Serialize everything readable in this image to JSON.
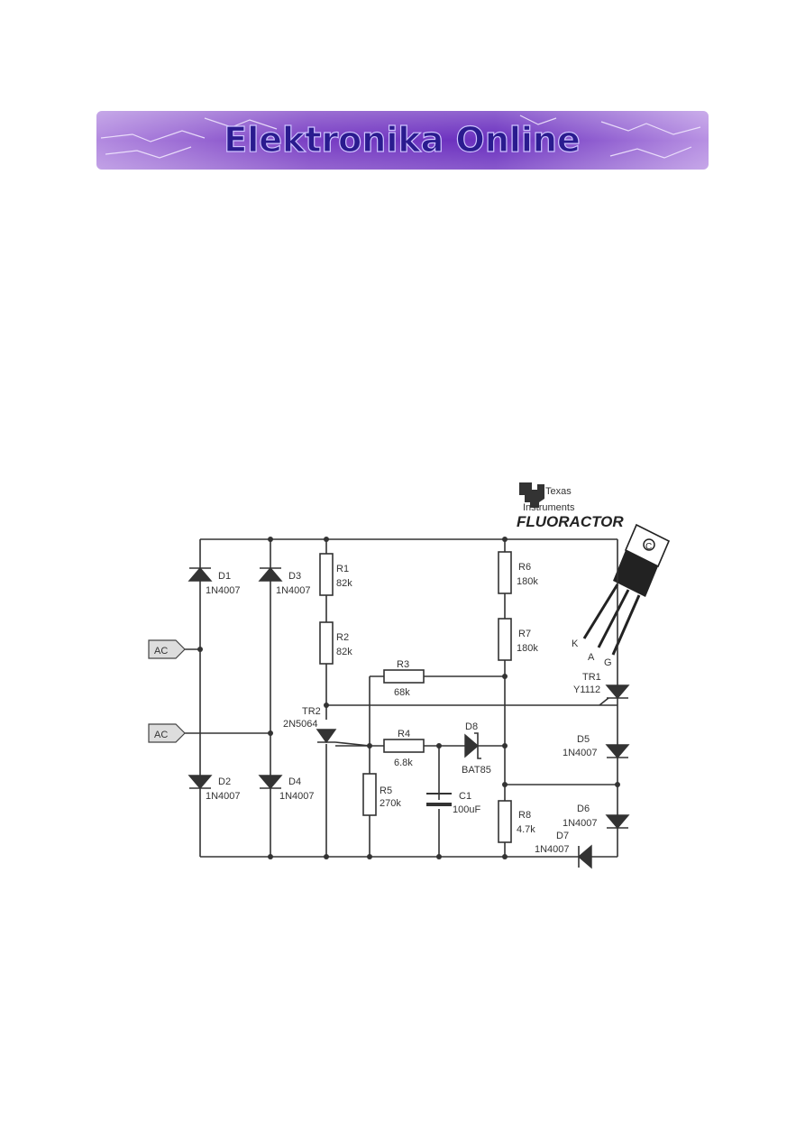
{
  "banner": {
    "title": "Elektronika Online"
  },
  "logo": {
    "line1": "Texas",
    "line2": "Instruments",
    "line3": "FLUORACTOR",
    "badge": "C",
    "pin_k": "K",
    "pin_a": "A",
    "pin_g": "G"
  },
  "schematic": {
    "ac_top": "AC",
    "ac_bottom": "AC",
    "d1": {
      "ref": "D1",
      "value": "1N4007"
    },
    "d2": {
      "ref": "D2",
      "value": "1N4007"
    },
    "d3": {
      "ref": "D3",
      "value": "1N4007"
    },
    "d4": {
      "ref": "D4",
      "value": "1N4007"
    },
    "r1": {
      "ref": "R1",
      "value": "82k"
    },
    "r2": {
      "ref": "R2",
      "value": "82k"
    },
    "r3": {
      "ref": "R3",
      "value": "68k"
    },
    "r4": {
      "ref": "R4",
      "value": "6.8k"
    },
    "r5": {
      "ref": "R5",
      "value": "270k"
    },
    "r6": {
      "ref": "R6",
      "value": "180k"
    },
    "r7": {
      "ref": "R7",
      "value": "180k"
    },
    "r8": {
      "ref": "R8",
      "value": "4.7k"
    },
    "c1": {
      "ref": "C1",
      "value": "100uF"
    },
    "d8": {
      "ref": "D8",
      "value": "BAT85"
    },
    "tr1": {
      "ref": "TR1",
      "value": "Y1112"
    },
    "tr2": {
      "ref": "TR2",
      "value": "2N5064"
    },
    "d5": {
      "ref": "D5",
      "value": "1N4007"
    },
    "d6": {
      "ref": "D6",
      "value": "1N4007"
    },
    "d7": {
      "ref": "D7",
      "value": "1N4007"
    }
  }
}
